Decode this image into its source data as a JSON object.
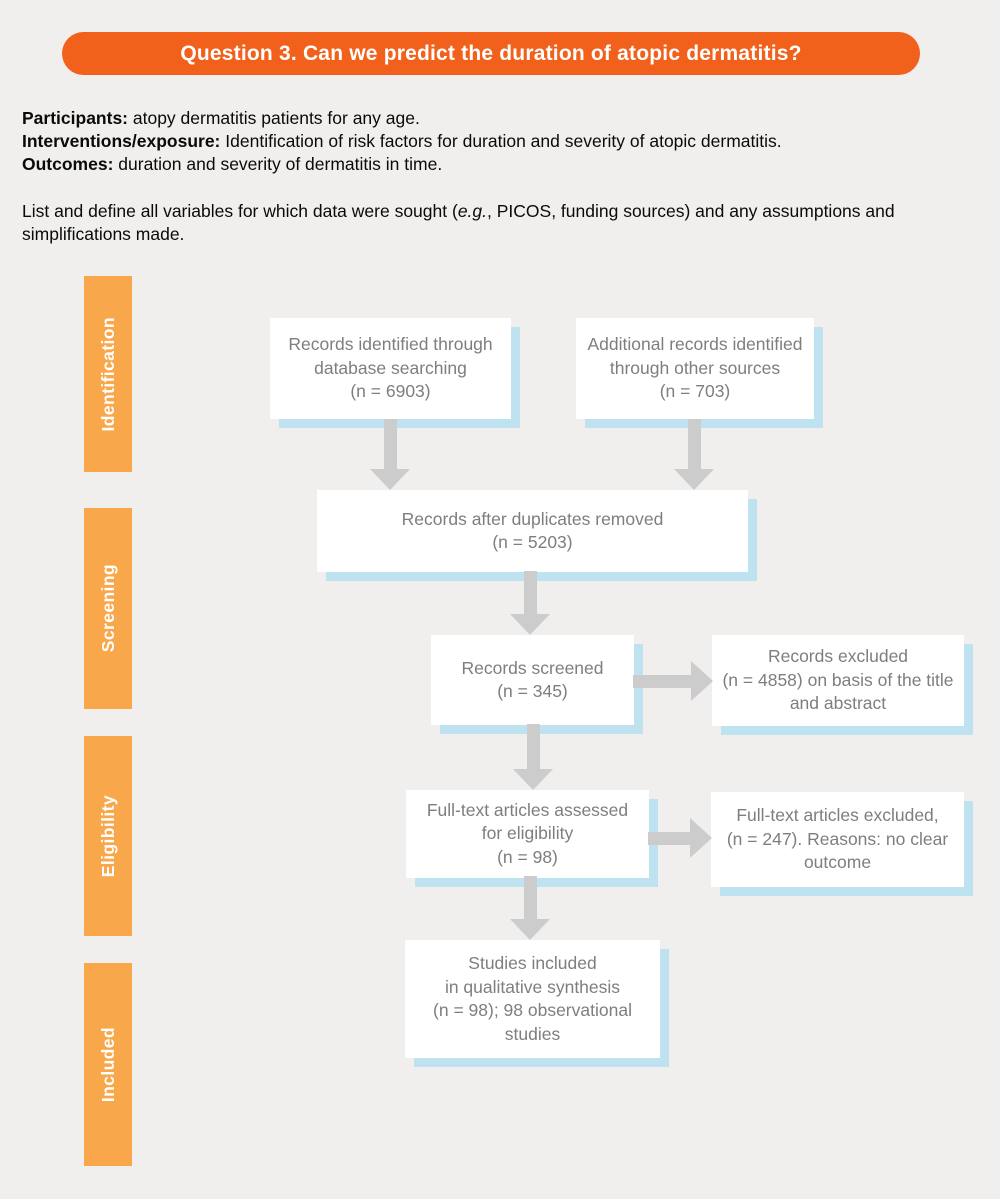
{
  "banner": {
    "title": "Question 3. Can we predict the duration of atopic dermatitis?"
  },
  "intro": {
    "lines": [
      {
        "label": "Participants:",
        "text": "atopy dermatitis patients for any age."
      },
      {
        "label": "Interventions/exposure:",
        "text": "Identification of risk factors for duration and severity of atopic dermatitis."
      },
      {
        "label": "Outcomes:",
        "text": "duration and severity of dermatitis in time."
      }
    ],
    "note": {
      "pre": "List and define all variables for which data were sought (",
      "italic": "e.g.",
      "post": ", PICOS, funding sources) and any assumptions and simplifications made."
    }
  },
  "flow": {
    "stages": [
      {
        "label": "Identification"
      },
      {
        "label": "Screening"
      },
      {
        "label": "Eligibility"
      },
      {
        "label": "Included"
      }
    ],
    "boxes": [
      {
        "id": "records-identified",
        "text": "Records identified through\ndatabase searching\n(n = 6903)"
      },
      {
        "id": "additional-records",
        "text": "Additional records identified\nthrough other sources\n(n = 703)"
      },
      {
        "id": "after-duplicates",
        "text": "Records after duplicates removed\n(n = 5203)"
      },
      {
        "id": "records-screened",
        "text": "Records screened\n(n = 345)"
      },
      {
        "id": "records-excluded",
        "text": "Records excluded\n(n = 4858) on basis of the title\nand abstract"
      },
      {
        "id": "fulltext-assessed",
        "text": "Full-text articles assessed\nfor eligibility\n(n = 98)"
      },
      {
        "id": "fulltext-excluded",
        "text": "Full-text articles excluded,\n(n = 247). Reasons: no clear\noutcome"
      },
      {
        "id": "studies-included",
        "text": "Studies included\nin qualitative synthesis\n(n = 98); 98 observational\nstudies"
      }
    ]
  },
  "colors": {
    "banner_orange": "#F2611C",
    "stage_orange": "#F8A74A",
    "box_shadow_blue": "#BEE2F0",
    "arrow_gray": "#CCCCCC",
    "box_text_gray": "#7E7E7E",
    "background": "#F0EFED"
  }
}
